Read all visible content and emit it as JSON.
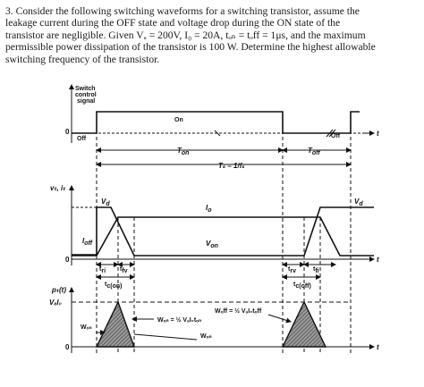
{
  "problem": {
    "number": "3.",
    "lines": [
      "Consider the following switching waveforms for a switching transistor, assume the",
      "leakage current during the OFF state and voltage drop during the ON state of the",
      "transistor are negligible. Given Vₐ = 200V, I₀ = 20A, tₒₙ = tₒff = 1μs, and the maximum",
      "permissible power dissipation of the transistor is 100 W. Determine the highest allowable",
      "switching frequency of the transistor."
    ]
  },
  "figure": {
    "control": {
      "axis_label_1": "Switch",
      "axis_label_2": "control",
      "axis_label_3": "signal",
      "origin": "0",
      "on_label": "On",
      "off_label_left": "Off",
      "off_label_right": "Off",
      "t_axis": "t",
      "t_on": "T",
      "t_on_sub": "on",
      "t_off": "T",
      "t_off_sub": "off",
      "ts_eq": "Tₛ = 1/fₛ"
    },
    "vi": {
      "axis_label": "vₜ, iₜ",
      "origin": "0",
      "t_axis": "t",
      "vd_left": "V",
      "vd_left_sub": "d",
      "vd_right": "V",
      "vd_right_sub": "d",
      "io": "I",
      "io_sub": "o",
      "ioff": "I",
      "ioff_sub": "off",
      "von": "V",
      "von_sub": "on",
      "tri": "t",
      "tri_sub": "ri",
      "tfv": "t",
      "tfv_sub": "fv",
      "ton": "t",
      "ton_sub": "c(on)",
      "trv": "t",
      "trv_sub": "rv",
      "tfi": "t",
      "tfi_sub": "fi",
      "toff": "t",
      "toff_sub": "c(off)"
    },
    "power": {
      "axis_label": "pₜ(t)",
      "peak_label": "VₐI₀",
      "origin": "0",
      "t_axis": "t",
      "won_eq": "Wₒₙ = ½ VₐI₀tₒₙ",
      "woff_eq": "Wₒff = ½ VₐI₀tₒff",
      "won_label": "Wₒₙ",
      "woff_label": "Wₒff"
    },
    "colors": {
      "ink": "#111111",
      "hatch": "#555555"
    }
  }
}
